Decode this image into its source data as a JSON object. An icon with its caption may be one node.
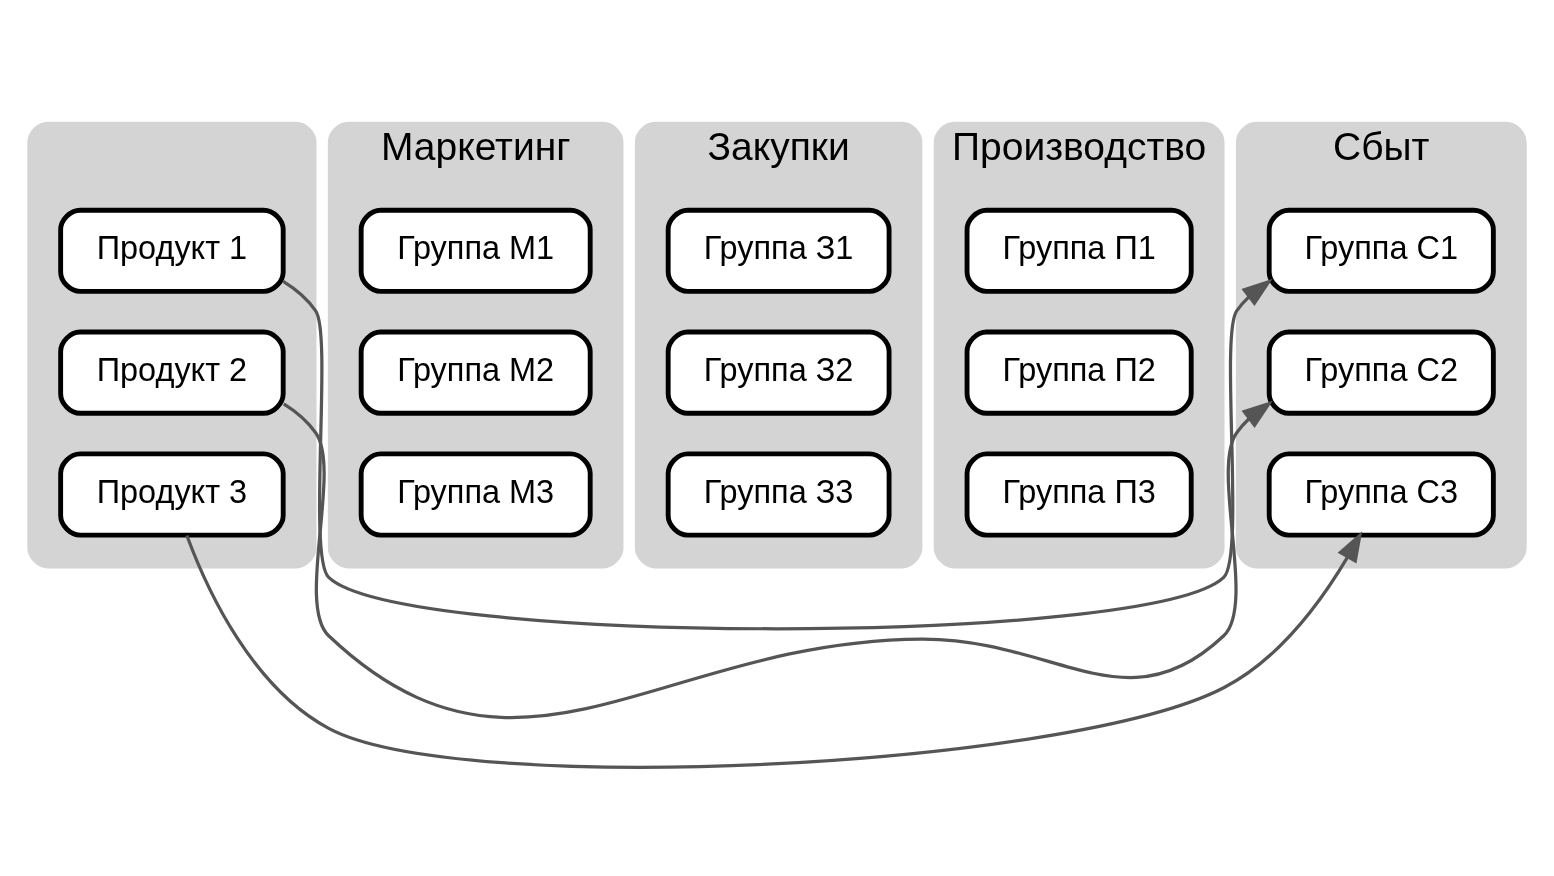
{
  "diagram": {
    "nodes": [
      {
        "text": [],
        "shape": "box"
      },
      {
        "text": [
          "Продукт 1"
        ],
        "in": 0
      },
      {
        "text": [
          "Продукт 2"
        ],
        "in": 0
      },
      {
        "text": [
          "Продукт 3"
        ],
        "in": 0
      },
      {
        "text": [
          "Маркетинг"
        ]
      },
      {
        "text": [
          "Группа М1"
        ],
        "in": 4
      },
      {
        "text": [
          "Группа М2"
        ],
        "in": 4
      },
      {
        "text": [
          "Группа М3"
        ],
        "in": 4
      },
      {
        "text": [
          "Закупки"
        ]
      },
      {
        "text": [
          "Группа З1"
        ],
        "in": 8
      },
      {
        "text": [
          "Группа З2"
        ],
        "in": 8
      },
      {
        "text": [
          "Группа З3"
        ],
        "in": 8
      },
      {
        "text": [
          "Производство"
        ]
      },
      {
        "text": [
          "Группа П1"
        ],
        "in": 12
      },
      {
        "text": [
          "Группа П2"
        ],
        "in": 12
      },
      {
        "text": [
          "Группа П3"
        ],
        "in": 12
      },
      {
        "text": [
          "Сбыт"
        ]
      },
      {
        "text": [
          "Группа С1"
        ],
        "in": 16
      },
      {
        "text": [
          "Группа С2"
        ],
        "in": 16
      },
      {
        "text": [
          "Группа С3"
        ],
        "in": 16
      }
    ],
    "edges": [
      {
        "from": 1,
        "to": 17,
        "arrow": "to"
      },
      {
        "from": 2,
        "to": 18,
        "arrow": "to"
      },
      {
        "from": 3,
        "to": 19,
        "arrow": "to"
      }
    ]
  }
}
